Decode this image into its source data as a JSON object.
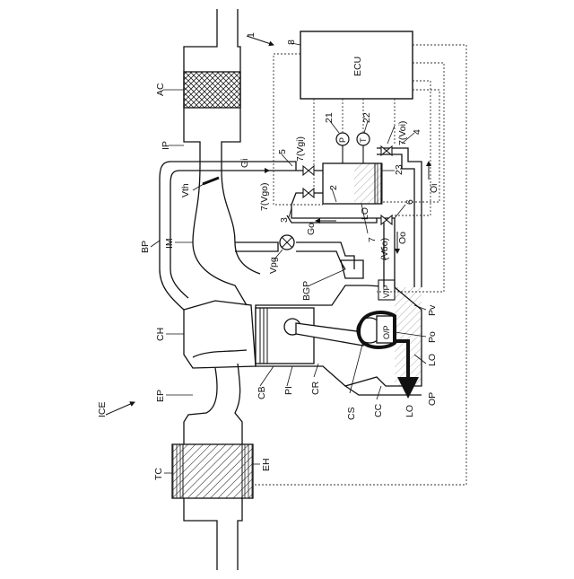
{
  "labels": {
    "ICE": "ICE",
    "AC": "AC",
    "IP": "IP",
    "Vth": "Vth",
    "BP": "BP",
    "IM": "IM",
    "CH": "CH",
    "EP": "EP",
    "TC": "TC",
    "EH": "EH",
    "CB": "CB",
    "PI": "PI",
    "CR": "CR",
    "CS": "CS",
    "CC": "CC",
    "LO_a": "LO",
    "OP": "OP",
    "LO_b": "LO",
    "Po": "Po",
    "Pv": "Pv",
    "BGP": "BGP",
    "Vpg": "Vpg",
    "ECU": "ECU",
    "ref_1": "1",
    "ref_8": "8",
    "ref_21": "21",
    "ref_22": "22",
    "ref_23": "23",
    "ref_4": "4",
    "ref_5": "5",
    "ref_3": "3",
    "ref_2": "2",
    "ref_6": "6",
    "ref_7": "7",
    "Vgi": "7(Vgi)",
    "Vgo": "7(Vgo)",
    "Voi": "7(Voi)",
    "Voo": "(Voo)",
    "Gi": "Gi",
    "Go": "Go",
    "Oi": "Oi",
    "Oo": "Oo",
    "LO_c": "LO",
    "P": "P",
    "T": "T",
    "VP": "V/P",
    "OP_pump": "O/P"
  }
}
